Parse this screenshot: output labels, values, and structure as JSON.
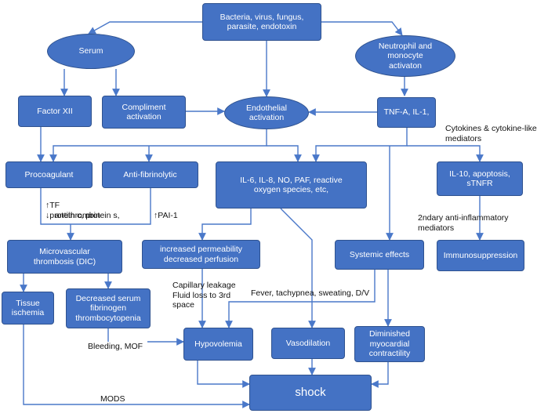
{
  "nodes": {
    "bacteria": "Bacteria, virus, fungus,\nparasite, endotoxin",
    "serum": "Serum",
    "neutrophil": "Neutrophil and\nmonocyte\nactivaton",
    "factor12": "Factor XII",
    "compliment": "Compliment\nactivation",
    "endothelial": "Endothelial\nactivation",
    "tnf": "TNF-A, IL-1,",
    "procoagulant": "Procoagulant",
    "antifibrinolytic": "Anti-fibrinolytic",
    "il6": "IL-6, IL-8, NO, PAF, reactive\noxygen species, etc,",
    "il10": "IL-10, apoptosis,\nsTNFR",
    "microvascular": "Microvascular\nthrombosis (DIC)",
    "permeability": "increased permeability\ndecreased perfusion",
    "systemic": "Systemic effects",
    "immunosuppression": "Immunosuppression",
    "tissue": "Tissue\nischemia",
    "decreased_serum": "Decreased serum\nfibrinogen\nthrombocytopenia",
    "hypovolemia": "Hypovolemia",
    "vasodilation": "Vasodilation",
    "diminished": "Diminished\nmyocardial\ncontractility",
    "shock": "shock"
  },
  "labels": {
    "cytokines": "Cytokines & cytokine-like\nmediators",
    "tf_arrow": "↑",
    "tf": "TF",
    "protein_arrow": "↓",
    "protein": "protein c, protein s,",
    "antithrombin": "antithrombin",
    "pai_arrow": "↑",
    "pai": "PAI-1",
    "anti_inflammatory": "2ndary anti-inflammatory\nmediators",
    "capillary": "Capillary leakage\nFluid loss to 3rd\nspace",
    "fever": "Fever, tachypnea, sweating, D/V",
    "bleeding": "Bleeding, MOF",
    "mods": "MODS"
  },
  "colors": {
    "box_fill": "#4472c4",
    "box_border": "#2f528f",
    "arrow": "#4a78c9",
    "text_on_box": "#ffffff",
    "label_text": "#111111"
  }
}
